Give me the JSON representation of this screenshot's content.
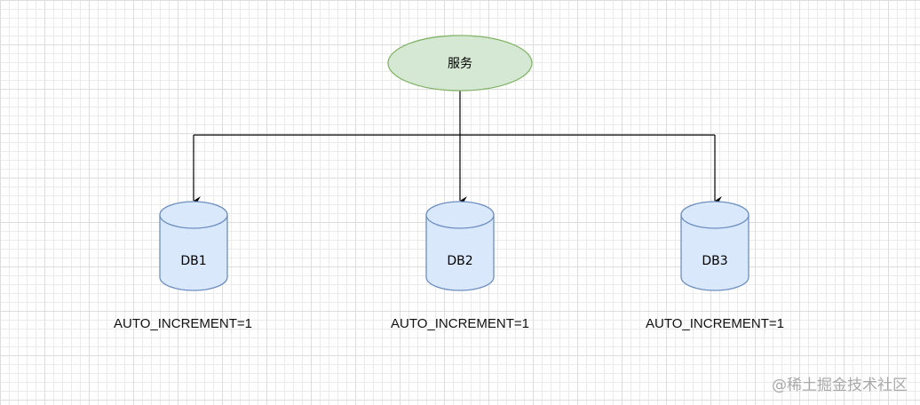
{
  "service_node": {
    "label": "服务",
    "fill": "#d5e8d4",
    "stroke": "#82b366"
  },
  "databases": [
    {
      "label": "DB1",
      "note": "AUTO_INCREMENT=1"
    },
    {
      "label": "DB2",
      "note": "AUTO_INCREMENT=1"
    },
    {
      "label": "DB3",
      "note": "AUTO_INCREMENT=1"
    }
  ],
  "db_style": {
    "fill": "#dae8fc",
    "stroke": "#6c8ebf"
  },
  "connector_color": "#000000",
  "watermark": "@稀土掘金技术社区"
}
